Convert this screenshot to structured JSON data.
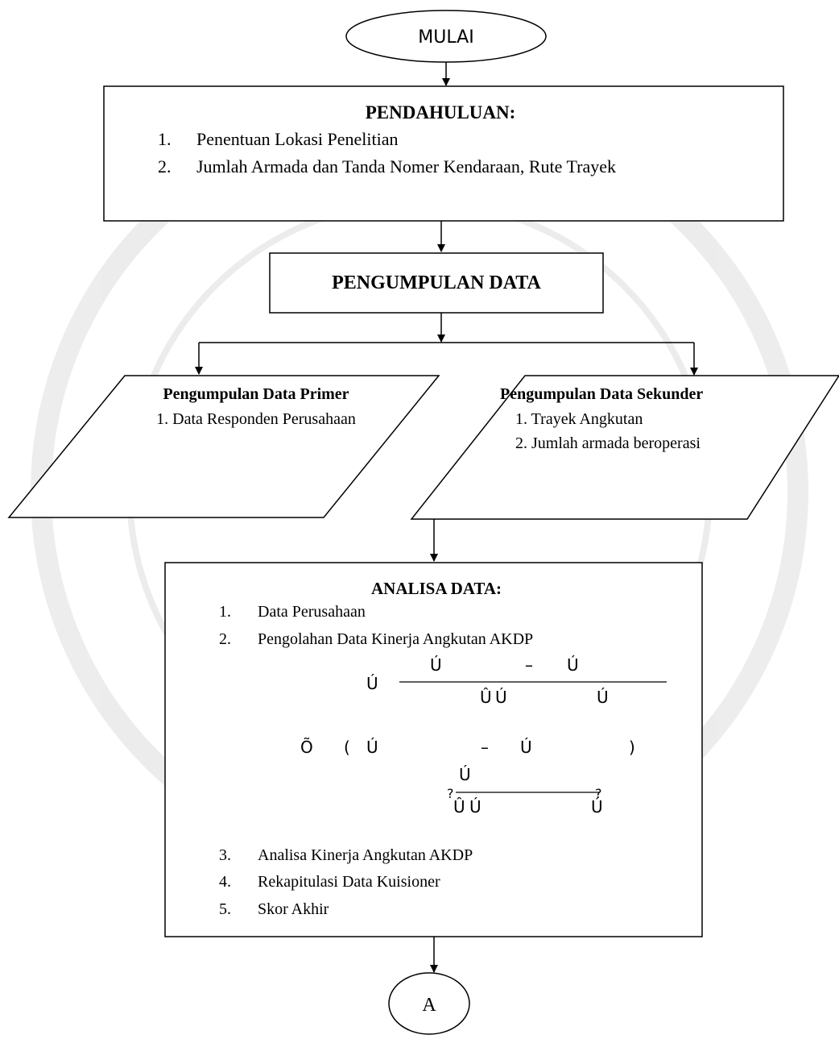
{
  "start": {
    "label": "MULAI"
  },
  "pendahuluan": {
    "title": "PENDAHULUAN:",
    "items": [
      {
        "num": "1.",
        "text": "Penentuan Lokasi Penelitian"
      },
      {
        "num": "2.",
        "text": "Jumlah Armada dan Tanda Nomer Kendaraan, Rute Trayek"
      }
    ]
  },
  "pengumpulan": {
    "title": "PENGUMPULAN DATA"
  },
  "primer": {
    "title": "Pengumpulan Data Primer",
    "items": [
      "1. Data Responden Perusahaan"
    ]
  },
  "sekunder": {
    "title": "Pengumpulan Data Sekunder",
    "items": [
      "1. Trayek Angkutan",
      "2. Jumlah armada beroperasi"
    ]
  },
  "analisa": {
    "title": "ANALISA DATA:",
    "items_top": [
      {
        "num": "1.",
        "text": "Data Perusahaan"
      },
      {
        "num": "2.",
        "text": "Pengolahan Data Kinerja Angkutan AKDP"
      }
    ],
    "items_bottom": [
      {
        "num": "3.",
        "text": "Analisa Kinerja Angkutan AKDP"
      },
      {
        "num": "4.",
        "text": "Rekapitulasi Data Kuisioner"
      },
      {
        "num": "5.",
        "text": "Skor Akhir"
      }
    ],
    "formula_glyphs": {
      "u_acute": "Ú",
      "u_hat": "Û",
      "o_tilde": "Õ",
      "minus": "–",
      "open_paren": "(",
      "close_paren": ")",
      "question": "?"
    }
  },
  "end": {
    "label": "A"
  }
}
